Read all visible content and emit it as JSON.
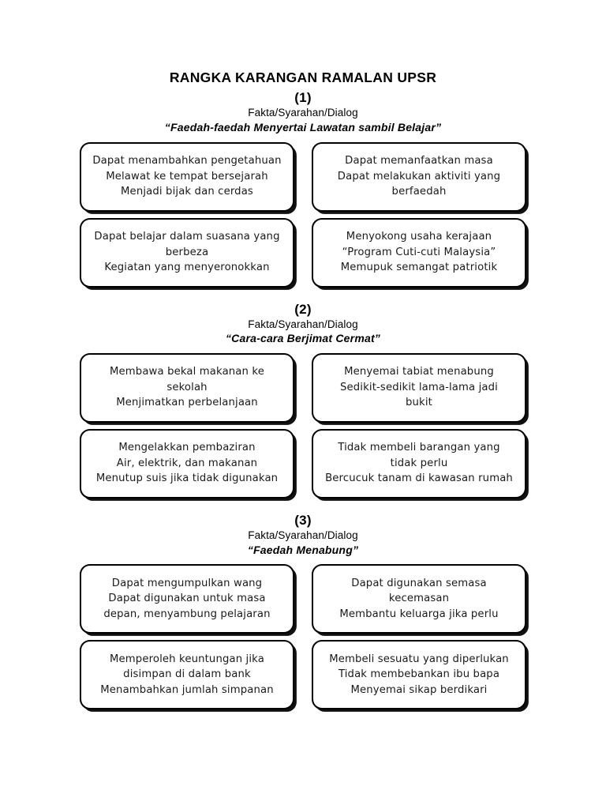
{
  "document": {
    "title": "RANGKA KARANGAN RAMALAN UPSR"
  },
  "sections": [
    {
      "number": "(1)",
      "kind": "Fakta/Syarahan/Dialog",
      "topic": "“Faedah-faedah Menyertai Lawatan sambil Belajar”",
      "boxes": [
        {
          "position": "top-left",
          "lines": [
            "Dapat menambahkan pengetahuan",
            "Melawat ke tempat bersejarah",
            "Menjadi bijak dan cerdas"
          ]
        },
        {
          "position": "top-right",
          "lines": [
            "Dapat memanfaatkan masa",
            "Dapat melakukan aktiviti yang",
            "berfaedah"
          ]
        },
        {
          "position": "bottom-left",
          "lines": [
            "Dapat belajar dalam suasana yang",
            "berbeza",
            "Kegiatan yang menyeronokkan"
          ]
        },
        {
          "position": "bottom-right",
          "lines": [
            "Menyokong usaha kerajaan",
            "“Program Cuti-cuti Malaysia”",
            "Memupuk semangat patriotik"
          ]
        }
      ]
    },
    {
      "number": "(2)",
      "kind": "Fakta/Syarahan/Dialog",
      "topic": "“Cara-cara Berjimat Cermat”",
      "boxes": [
        {
          "position": "top-left",
          "lines": [
            "Membawa bekal makanan ke",
            "sekolah",
            "Menjimatkan perbelanjaan"
          ]
        },
        {
          "position": "top-right",
          "lines": [
            "Menyemai tabiat menabung",
            "Sedikit-sedikit lama-lama jadi",
            "bukit"
          ]
        },
        {
          "position": "bottom-left",
          "lines": [
            "Mengelakkan pembaziran",
            "Air, elektrik, dan makanan",
            "Menutup suis jika tidak digunakan"
          ]
        },
        {
          "position": "bottom-right",
          "lines": [
            "Tidak membeli barangan yang",
            "tidak perlu",
            "Bercucuk tanam di kawasan rumah"
          ]
        }
      ]
    },
    {
      "number": "(3)",
      "kind": "Fakta/Syarahan/Dialog",
      "topic": "“Faedah Menabung”",
      "boxes": [
        {
          "position": "top-left",
          "lines": [
            "Dapat mengumpulkan wang",
            "Dapat digunakan untuk masa",
            "depan, menyambung pelajaran"
          ]
        },
        {
          "position": "top-right",
          "lines": [
            "Dapat digunakan semasa",
            "kecemasan",
            "Membantu keluarga jika perlu"
          ]
        },
        {
          "position": "bottom-left",
          "lines": [
            "Memperoleh keuntungan jika",
            "disimpan di dalam bank",
            "Menambahkan jumlah simpanan"
          ]
        },
        {
          "position": "bottom-right",
          "lines": [
            "Membeli sesuatu yang diperlukan",
            "Tidak membebankan ibu bapa",
            "Menyemai sikap berdikari"
          ]
        }
      ]
    }
  ],
  "colors": {
    "text": "#000000",
    "box_border": "#000000",
    "box_fill": "#ffffff",
    "box_shadow": "#111111",
    "page_background": "#ffffff"
  }
}
